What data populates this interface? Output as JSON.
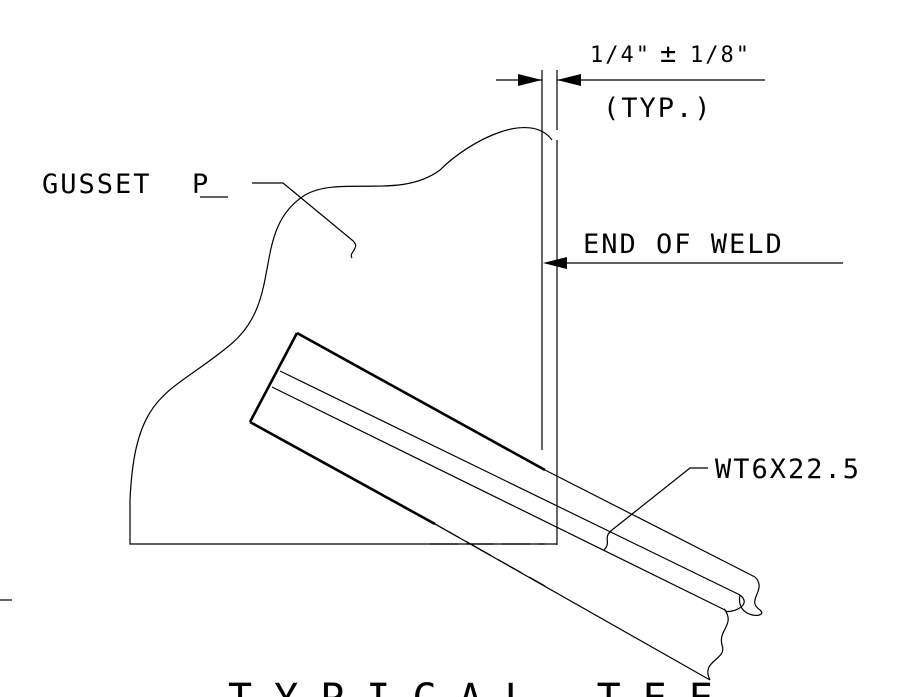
{
  "labels": {
    "dim_quarter": "1/4\"",
    "dim_pm": "±",
    "dim_eighth": "1/8\"",
    "dim_typ": "(TYP.)",
    "gusset_word": "GUSSET",
    "plate_symbol": "P",
    "end_of_weld": "END OF WELD",
    "member": "WT6X22.5",
    "title_partial": "TYPICAL TEE"
  }
}
